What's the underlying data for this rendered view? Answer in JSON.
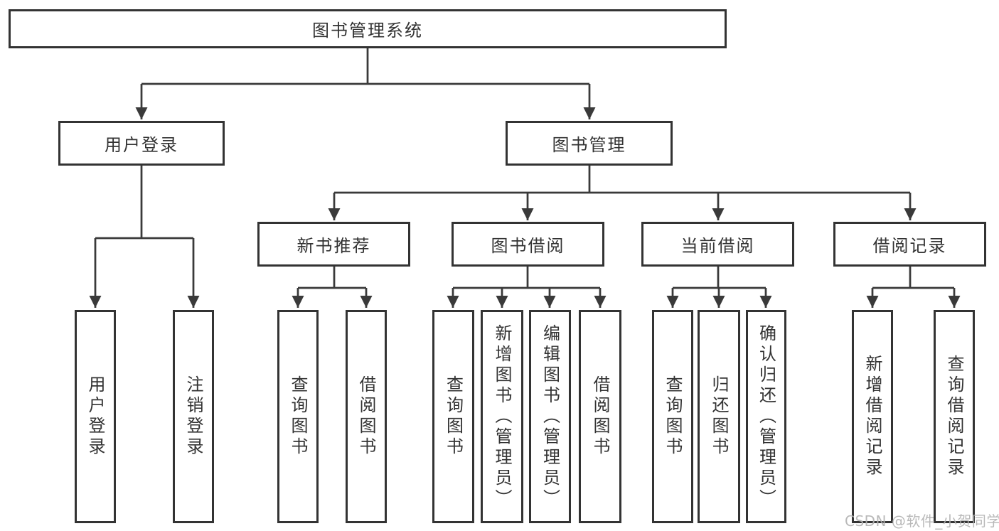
{
  "tree": {
    "label": "图书管理系统",
    "children": [
      {
        "label": "用户登录",
        "children": [
          {
            "label": "用户登录"
          },
          {
            "label": "注销登录"
          }
        ]
      },
      {
        "label": "图书管理",
        "children": [
          {
            "label": "新书推荐",
            "children": [
              {
                "label": "查询图书"
              },
              {
                "label": "借阅图书"
              }
            ]
          },
          {
            "label": "图书借阅",
            "children": [
              {
                "label": "查询图书"
              },
              {
                "label": "新增图书（管理员）"
              },
              {
                "label": "编辑图书（管理员）"
              },
              {
                "label": "借阅图书"
              }
            ]
          },
          {
            "label": "当前借阅",
            "children": [
              {
                "label": "查询图书"
              },
              {
                "label": "归还图书"
              },
              {
                "label": "确认归还（管理员）"
              }
            ]
          },
          {
            "label": "借阅记录",
            "children": [
              {
                "label": "新增借阅记录"
              },
              {
                "label": "查询借阅记录"
              }
            ]
          }
        ]
      }
    ]
  },
  "watermark": "CSDN @软件_小贺同学",
  "colors": {
    "line": "#3a3a3a",
    "border": "#333333",
    "text": "#333333",
    "watermark": "#b4b4b4",
    "background": "#ffffff"
  }
}
